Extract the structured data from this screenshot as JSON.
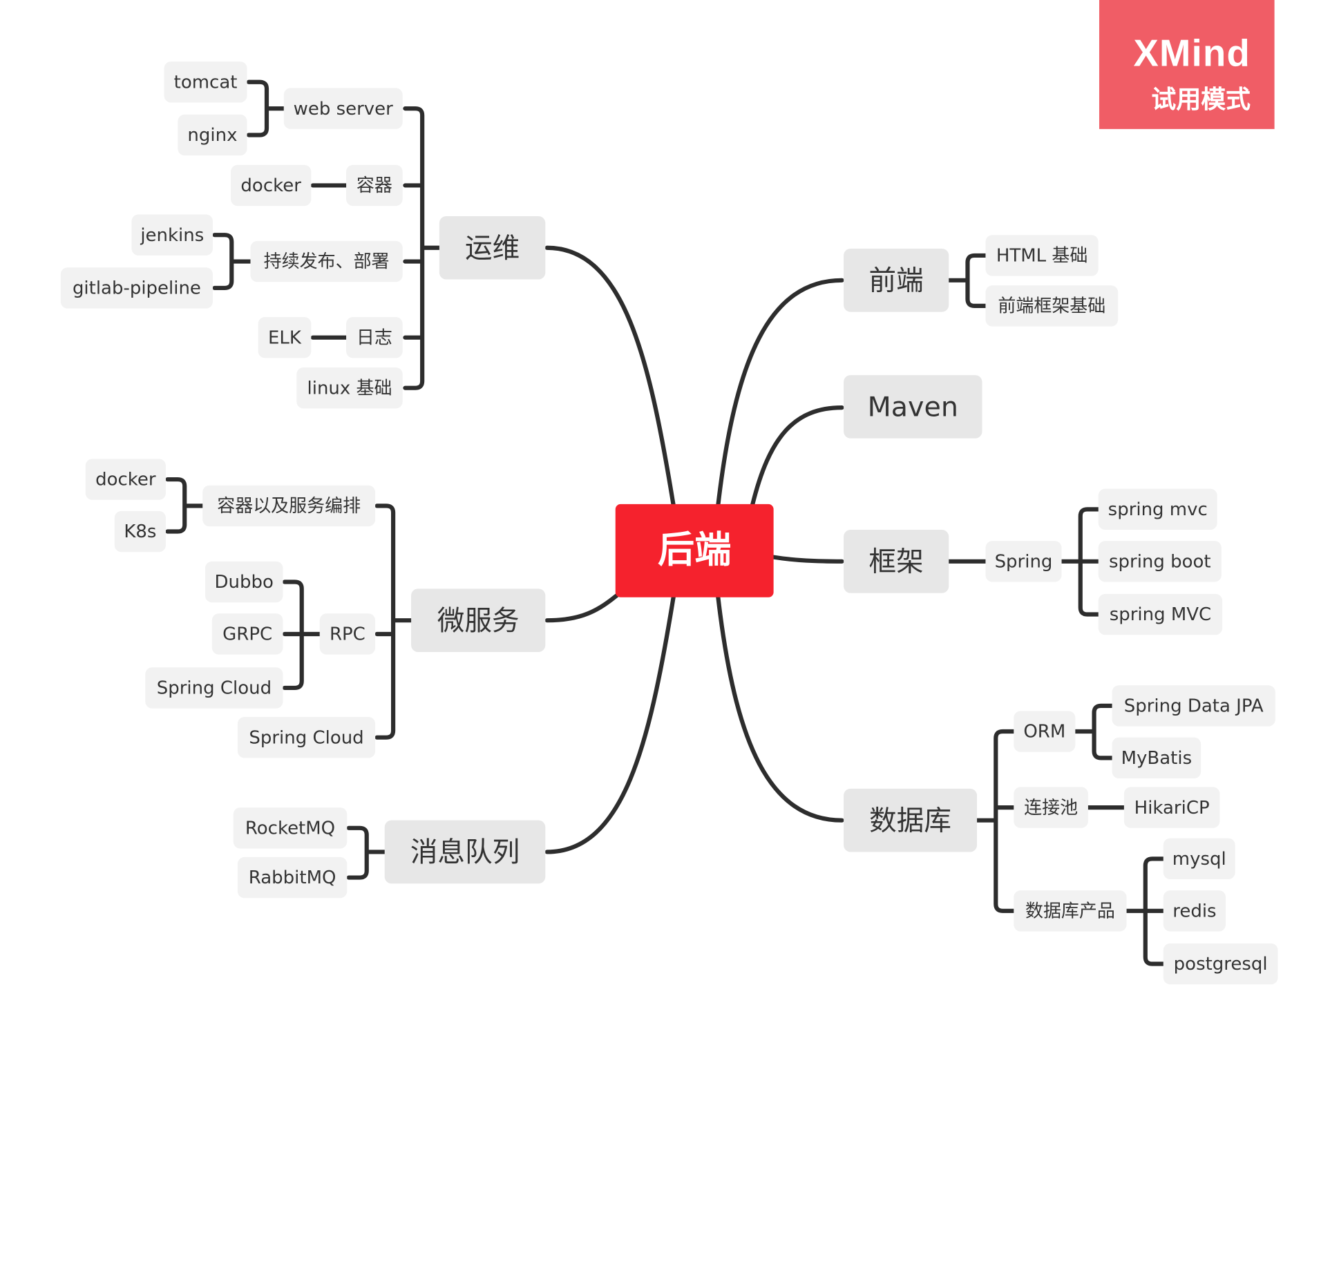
{
  "watermark": {
    "title": "XMind",
    "subtitle": "试用模式"
  },
  "root": {
    "label": "后端"
  },
  "branches": {
    "yunwei": {
      "label": "运维",
      "children": {
        "web_server": {
          "label": "web server",
          "children": {
            "tomcat": "tomcat",
            "nginx": "nginx"
          }
        },
        "rongqi": {
          "label": "容器",
          "children": {
            "docker": "docker"
          }
        },
        "cicd": {
          "label": "持续发布、部署",
          "children": {
            "jenkins": "jenkins",
            "gitlab": "gitlab-pipeline"
          }
        },
        "rizhi": {
          "label": "日志",
          "children": {
            "elk": "ELK"
          }
        },
        "linux": {
          "label": "linux 基础"
        }
      }
    },
    "weifuwu": {
      "label": "微服务",
      "children": {
        "orchestration": {
          "label": "容器以及服务编排",
          "children": {
            "docker": "docker",
            "k8s": "K8s"
          }
        },
        "rpc": {
          "label": "RPC",
          "children": {
            "dubbo": "Dubbo",
            "grpc": "GRPC",
            "springcloud": "Spring Cloud"
          }
        },
        "springcloud": {
          "label": "Spring Cloud"
        }
      }
    },
    "mq": {
      "label": "消息队列",
      "children": {
        "rocketmq": "RocketMQ",
        "rabbitmq": "RabbitMQ"
      }
    },
    "qianduan": {
      "label": "前端",
      "children": {
        "html": "HTML 基础",
        "framework": "前端框架基础"
      }
    },
    "maven": {
      "label": "Maven"
    },
    "kuangjia": {
      "label": "框架",
      "children": {
        "spring": {
          "label": "Spring",
          "children": {
            "mvc": "spring mvc",
            "boot": "spring boot",
            "MVC": "spring MVC"
          }
        }
      }
    },
    "db": {
      "label": "数据库",
      "children": {
        "orm": {
          "label": "ORM",
          "children": {
            "jpa": "Spring Data JPA",
            "mybatis": "MyBatis"
          }
        },
        "pool": {
          "label": "连接池",
          "children": {
            "hikari": "HikariCP"
          }
        },
        "products": {
          "label": "数据库产品",
          "children": {
            "mysql": "mysql",
            "redis": "redis",
            "pg": "postgresql"
          }
        }
      }
    }
  }
}
